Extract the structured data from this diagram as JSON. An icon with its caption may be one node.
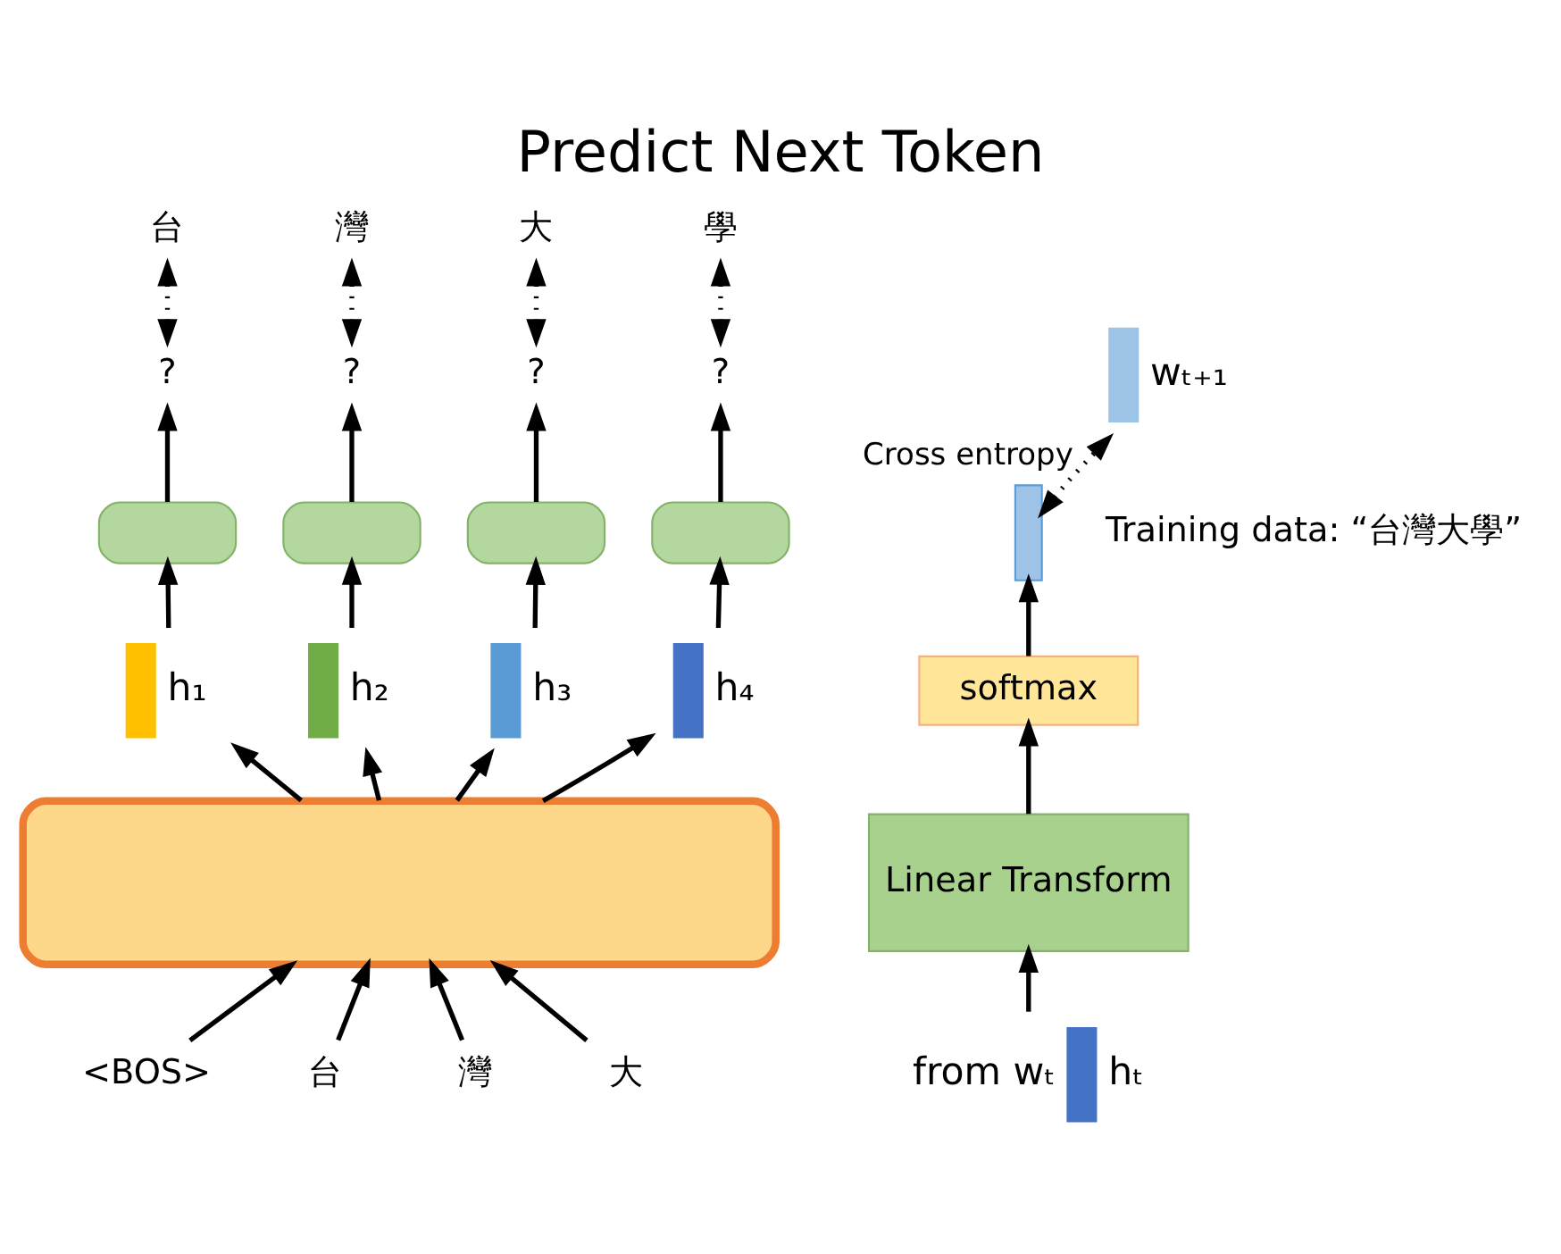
{
  "diagram": {
    "title": "Predict Next Token",
    "nodes": [
      {
        "text": [],
        "shape": "box"
      },
      {
        "text": [
          "<BOS>"
        ]
      },
      {
        "text": [
          "台"
        ]
      },
      {
        "text": [
          "灣"
        ]
      },
      {
        "text": [
          "大"
        ]
      },
      {
        "text": [],
        "shape": "bar",
        "beside": [
          "h₁"
        ]
      },
      {
        "text": [],
        "shape": "bar",
        "beside": [
          "h₂"
        ]
      },
      {
        "text": [],
        "shape": "bar",
        "beside": [
          "h₃"
        ]
      },
      {
        "text": [],
        "shape": "bar",
        "beside": [
          "h₄"
        ]
      },
      {
        "text": [],
        "shape": "box"
      },
      {
        "text": [],
        "shape": "box"
      },
      {
        "text": [],
        "shape": "box"
      },
      {
        "text": [],
        "shape": "box"
      },
      {
        "text": [
          "?"
        ]
      },
      {
        "text": [
          "?"
        ]
      },
      {
        "text": [
          "?"
        ]
      },
      {
        "text": [
          "?"
        ]
      },
      {
        "text": [
          "台"
        ]
      },
      {
        "text": [
          "灣"
        ]
      },
      {
        "text": [
          "大"
        ]
      },
      {
        "text": [
          "學"
        ]
      },
      {
        "text": [],
        "shape": "bar",
        "beside": [
          "from wₜ",
          "hₜ"
        ]
      },
      {
        "text": [
          "Linear Transform"
        ]
      },
      {
        "text": [
          "softmax"
        ]
      },
      {
        "text": [],
        "shape": "bar"
      },
      {
        "text": [],
        "shape": "bar",
        "beside": [
          "wₜ₊₁"
        ]
      }
    ],
    "edges": [
      {
        "from": 1,
        "to": 0,
        "arrow": "to"
      },
      {
        "from": 2,
        "to": 0,
        "arrow": "to"
      },
      {
        "from": 3,
        "to": 0,
        "arrow": "to"
      },
      {
        "from": 4,
        "to": 0,
        "arrow": "to"
      },
      {
        "from": 0,
        "to": 5,
        "arrow": "to"
      },
      {
        "from": 0,
        "to": 6,
        "arrow": "to"
      },
      {
        "from": 0,
        "to": 7,
        "arrow": "to"
      },
      {
        "from": 0,
        "to": 8,
        "arrow": "to"
      },
      {
        "from": 5,
        "to": 9,
        "arrow": "to"
      },
      {
        "from": 6,
        "to": 10,
        "arrow": "to"
      },
      {
        "from": 7,
        "to": 11,
        "arrow": "to"
      },
      {
        "from": 8,
        "to": 12,
        "arrow": "to"
      },
      {
        "from": 9,
        "to": 13,
        "arrow": "to"
      },
      {
        "from": 10,
        "to": 14,
        "arrow": "to"
      },
      {
        "from": 11,
        "to": 15,
        "arrow": "to"
      },
      {
        "from": 12,
        "to": 16,
        "arrow": "to"
      },
      {
        "from": 13,
        "to": 17,
        "arrow": "both",
        "style": "dashed"
      },
      {
        "from": 14,
        "to": 18,
        "arrow": "both",
        "style": "dashed"
      },
      {
        "from": 15,
        "to": 19,
        "arrow": "both",
        "style": "dashed"
      },
      {
        "from": 16,
        "to": 20,
        "arrow": "both",
        "style": "dashed"
      },
      {
        "from": 21,
        "to": 22,
        "arrow": "to"
      },
      {
        "from": 22,
        "to": 23,
        "arrow": "to"
      },
      {
        "from": 23,
        "to": 24,
        "arrow": "to"
      },
      {
        "from": 24,
        "to": 25,
        "arrow": "both",
        "style": "dashed",
        "label": "Cross entropy"
      }
    ],
    "labels": [
      "Training data: “台灣大學”"
    ]
  }
}
